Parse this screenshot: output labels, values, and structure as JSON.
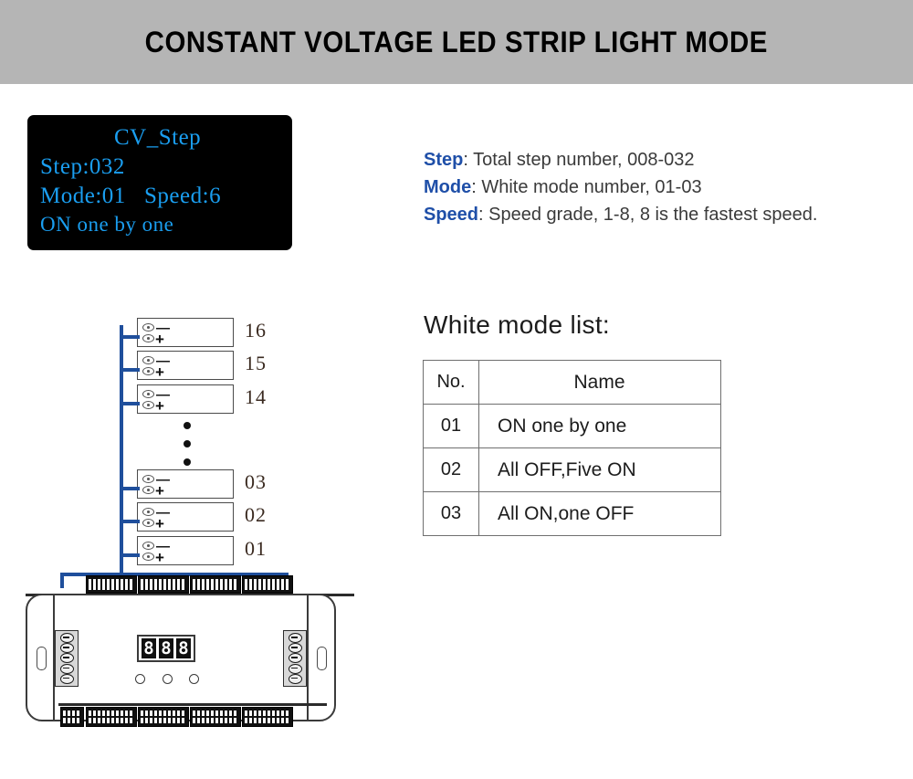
{
  "header": {
    "title": "CONSTANT VOLTAGE LED STRIP LIGHT MODE",
    "background_color": "#b5b5b5"
  },
  "lcd": {
    "background_color": "#000000",
    "text_color": "#1a9ef0",
    "title": "CV_Step",
    "line_step": "Step:032",
    "line_mode": "Mode:01   Speed:6",
    "line_message": "ON one by one"
  },
  "legend": {
    "accent_color": "#1f4fa8",
    "rows": [
      {
        "key": "Step",
        "sep": ":",
        "value": "   Total step number, 008-032"
      },
      {
        "key": "Mode",
        "sep": ":",
        "value": " White mode number, 01-03"
      },
      {
        "key": "Speed",
        "sep": ":",
        "value": " Speed grade, 1-8, 8 is the fastest speed."
      }
    ]
  },
  "mode_list": {
    "heading": "White mode list:",
    "columns": [
      "No.",
      "Name"
    ],
    "rows": [
      {
        "no": "01",
        "name": "ON one by one"
      },
      {
        "no": "02",
        "name": "All OFF,Five ON"
      },
      {
        "no": "03",
        "name": "All ON,one OFF"
      }
    ]
  },
  "diagram": {
    "wire_color": "#1f4f9c",
    "strip_numbers": [
      "16",
      "15",
      "14",
      "03",
      "02",
      "01"
    ],
    "terminal_sign_negative": "—",
    "terminal_sign_positive": "+",
    "ellipsis": "•••"
  },
  "controller": {
    "segment_display": [
      "8",
      "8",
      "8"
    ],
    "button_count": 3,
    "side_screw_count": 5,
    "top_terminal_block_count": 4,
    "bottom_terminal_block_count": 5
  }
}
